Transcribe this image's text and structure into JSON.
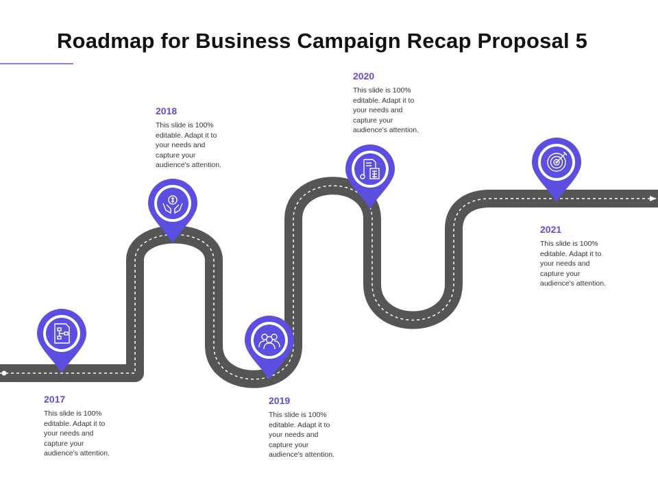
{
  "title": "Roadmap for Business Campaign Recap Proposal 5",
  "colors": {
    "accent": "#5b4ee0",
    "road": "#555555",
    "title": "#111111"
  },
  "milestones": [
    {
      "year": "2017",
      "text": "This slide is 100%\neditable. Adapt it to\nyour needs and\ncapture your\naudience's attention.",
      "icon": "org-chart-document-icon"
    },
    {
      "year": "2018",
      "text": "This slide is 100%\neditable. Adapt it to\nyour needs and\ncapture your\naudience's attention.",
      "icon": "hands-dollar-icon"
    },
    {
      "year": "2019",
      "text": "This slide is 100%\neditable. Adapt it to\nyour needs and\ncapture your\naudience's attention.",
      "icon": "team-people-icon"
    },
    {
      "year": "2020",
      "text": "This slide is 100%\neditable. Adapt it to\nyour needs and\ncapture your\naudience's attention.",
      "icon": "calculator-report-icon"
    },
    {
      "year": "2021",
      "text": "This slide is 100%\neditable. Adapt it to\nyour needs and\ncapture your\naudience's attention.",
      "icon": "target-dartboard-icon"
    }
  ]
}
